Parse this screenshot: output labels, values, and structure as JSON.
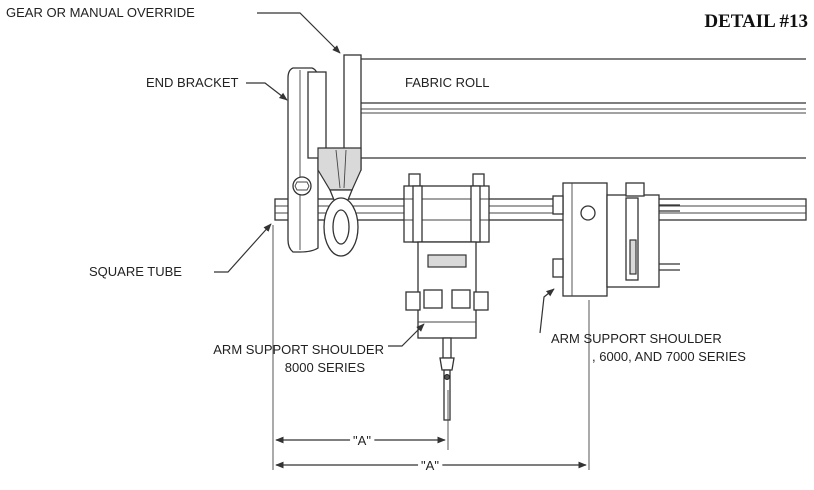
{
  "title": "DETAIL #13",
  "labels": {
    "gear_override": "GEAR OR MANUAL OVERRIDE",
    "end_bracket": "END BRACKET",
    "fabric_roll": "FABRIC ROLL",
    "square_tube": "SQUARE TUBE",
    "arm_8000_line1": "ARM SUPPORT SHOULDER",
    "arm_8000_line2": "8000 SERIES",
    "arm_6000_line1": "ARM SUPPORT SHOULDER",
    "arm_6000_line2": ", 6000, AND 7000 SERIES",
    "dim_a_short": "\"A\"",
    "dim_a_long": "\"A\""
  },
  "colors": {
    "line": "#333333",
    "fill_gray": "#d9d9d9",
    "text": "#222222"
  }
}
